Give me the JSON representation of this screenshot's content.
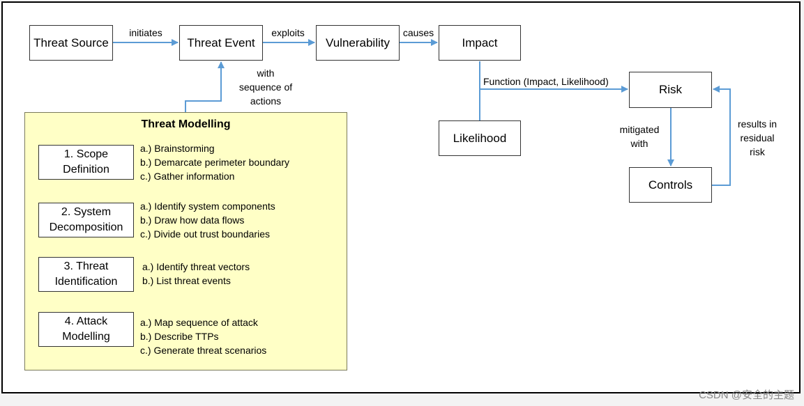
{
  "boxes": {
    "threat_source": "Threat Source",
    "threat_event": "Threat Event",
    "vulnerability": "Vulnerability",
    "impact": "Impact",
    "likelihood": "Likelihood",
    "risk": "Risk",
    "controls": "Controls"
  },
  "edge_labels": {
    "initiates": "initiates",
    "exploits": "exploits",
    "causes": "causes",
    "with_sequence": "with\nsequence of\nactions",
    "function": "Function (Impact, Likelihood)",
    "mitigated_with": "mitigated\nwith",
    "results_in": "results in\nresidual\nrisk"
  },
  "threat_modelling": {
    "title": "Threat Modelling",
    "steps": [
      {
        "name": "1. Scope\nDefinition",
        "items": [
          "a.) Brainstorming",
          "b.) Demarcate perimeter boundary",
          "c.) Gather information"
        ]
      },
      {
        "name": "2. System\nDecomposition",
        "items": [
          "a.) Identify system components",
          "b.) Draw how data flows",
          "c.) Divide out trust boundaries"
        ]
      },
      {
        "name": "3. Threat\nIdentification",
        "items": [
          "a.) Identify threat vectors",
          "b.) List threat events"
        ]
      },
      {
        "name": "4. Attack\nModelling",
        "items": [
          "a.) Map sequence of attack",
          "b.) Describe TTPs",
          "c.) Generate threat scenarios"
        ]
      }
    ]
  },
  "colors": {
    "arrow": "#5b9bd5",
    "panel": "#ffffc6"
  },
  "watermark": "CSDN @安全的主题"
}
